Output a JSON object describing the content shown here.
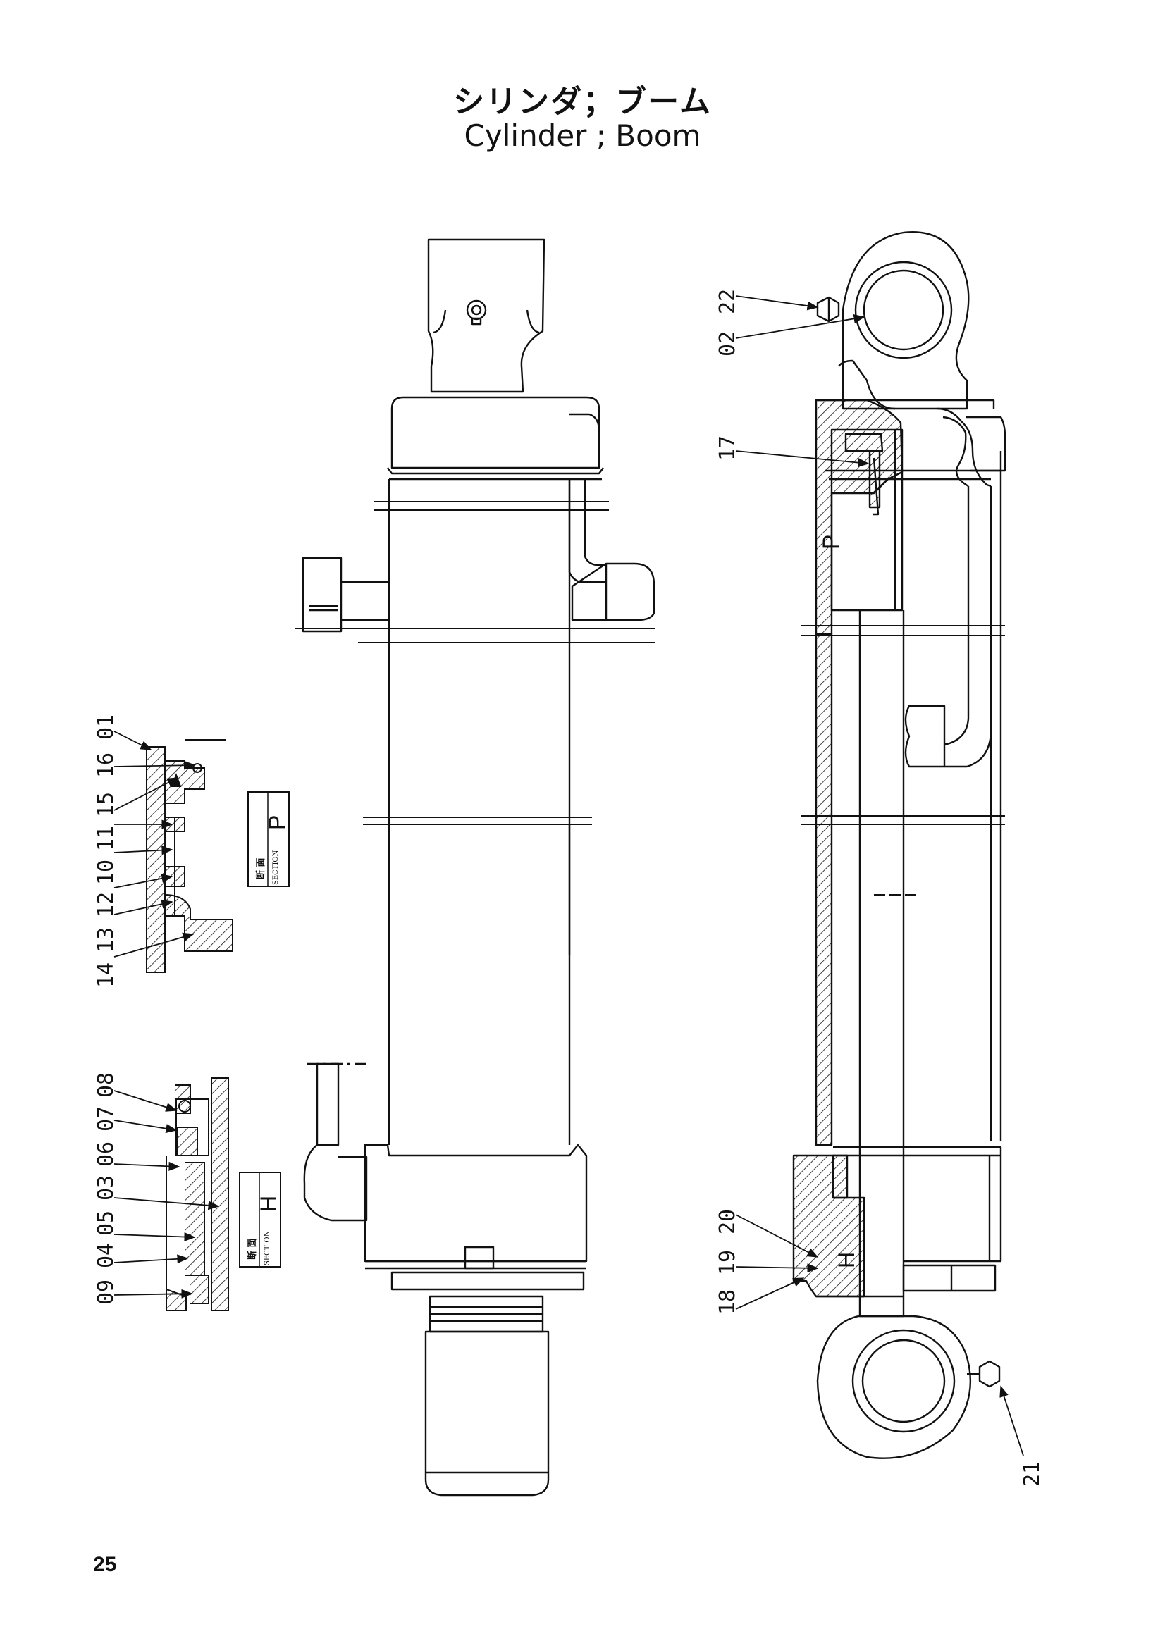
{
  "title": {
    "japanese": "シリンダ；ブーム",
    "english": "Cylinder ; Boom"
  },
  "page_number": "25",
  "sections": [
    {
      "kanji": "断 面",
      "word": "SECTION",
      "letter": "P"
    },
    {
      "kanji": "断 面",
      "word": "SECTION",
      "letter": "H"
    }
  ],
  "marker_letters": {
    "p": "P",
    "h": "H"
  },
  "part_labels_p": [
    "01",
    "16",
    "15",
    "11",
    "10",
    "12",
    "13",
    "14"
  ],
  "part_labels_h": [
    "08",
    "07",
    "06",
    "03",
    "05",
    "04",
    "09"
  ],
  "part_labels_main": [
    "22",
    "02",
    "17",
    "20",
    "19",
    "18",
    "21"
  ]
}
